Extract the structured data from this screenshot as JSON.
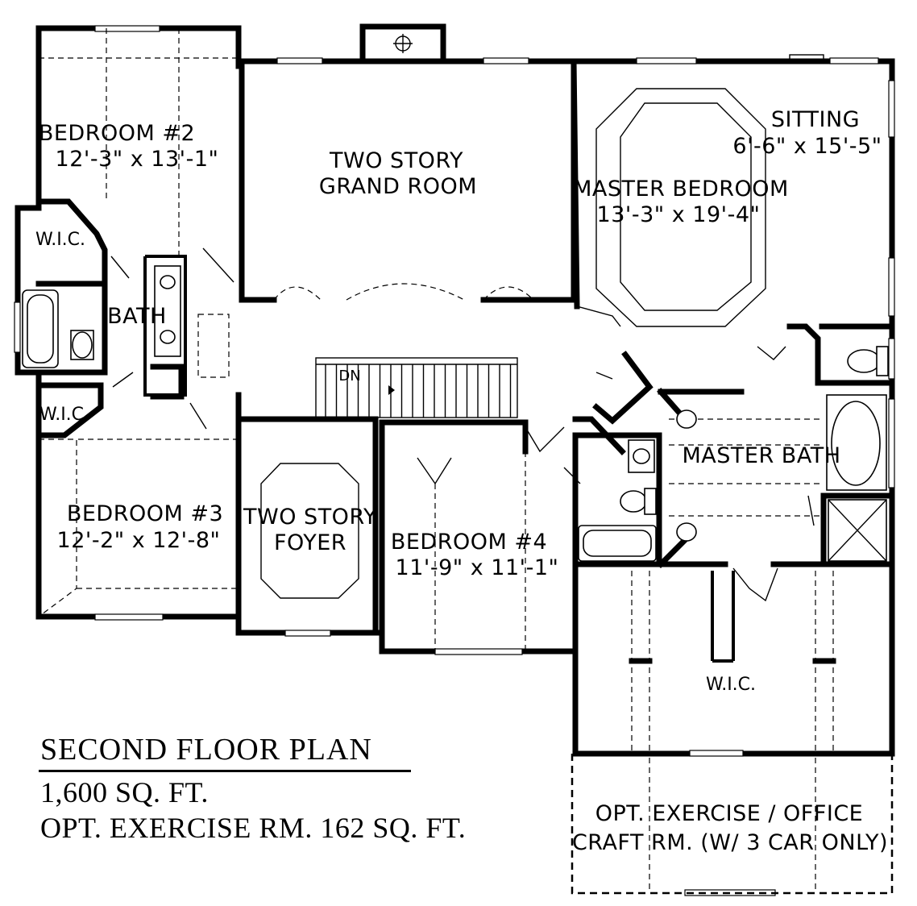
{
  "plan": {
    "rooms": {
      "bedroom2": {
        "name": "BEDROOM #2",
        "size": "12'-3\" x 13'-1\""
      },
      "grand_room": {
        "line1": "TWO STORY",
        "line2": "GRAND ROOM"
      },
      "sitting": {
        "name": "SITTING",
        "size": "6'-6\" x 15'-5\""
      },
      "master_bedroom": {
        "name": "MASTER BEDROOM",
        "size": "13'-3\" x 19'-4\""
      },
      "wic_upper": "W.I.C.",
      "bath": "BATH",
      "wic_lower": "W.I.C.",
      "stair_dn": "DN",
      "master_bath": "MASTER BATH",
      "bedroom3": {
        "name": "BEDROOM #3",
        "size": "12'-2\" x 12'-8\""
      },
      "foyer": {
        "line1": "TWO STORY",
        "line2": "FOYER"
      },
      "bedroom4": {
        "name": "BEDROOM #4",
        "size": "11'-9\" x 11'-1\""
      },
      "wic_master": "W.I.C.",
      "opt_room": {
        "line1": "OPT. EXERCISE / OFFICE",
        "line2": "CRAFT RM. (W/ 3 CAR ONLY)"
      }
    },
    "caption": {
      "title": "SECOND FLOOR PLAN",
      "area": "1,600 SQ. FT.",
      "optional": "OPT. EXERCISE RM. 162 SQ. FT."
    }
  }
}
